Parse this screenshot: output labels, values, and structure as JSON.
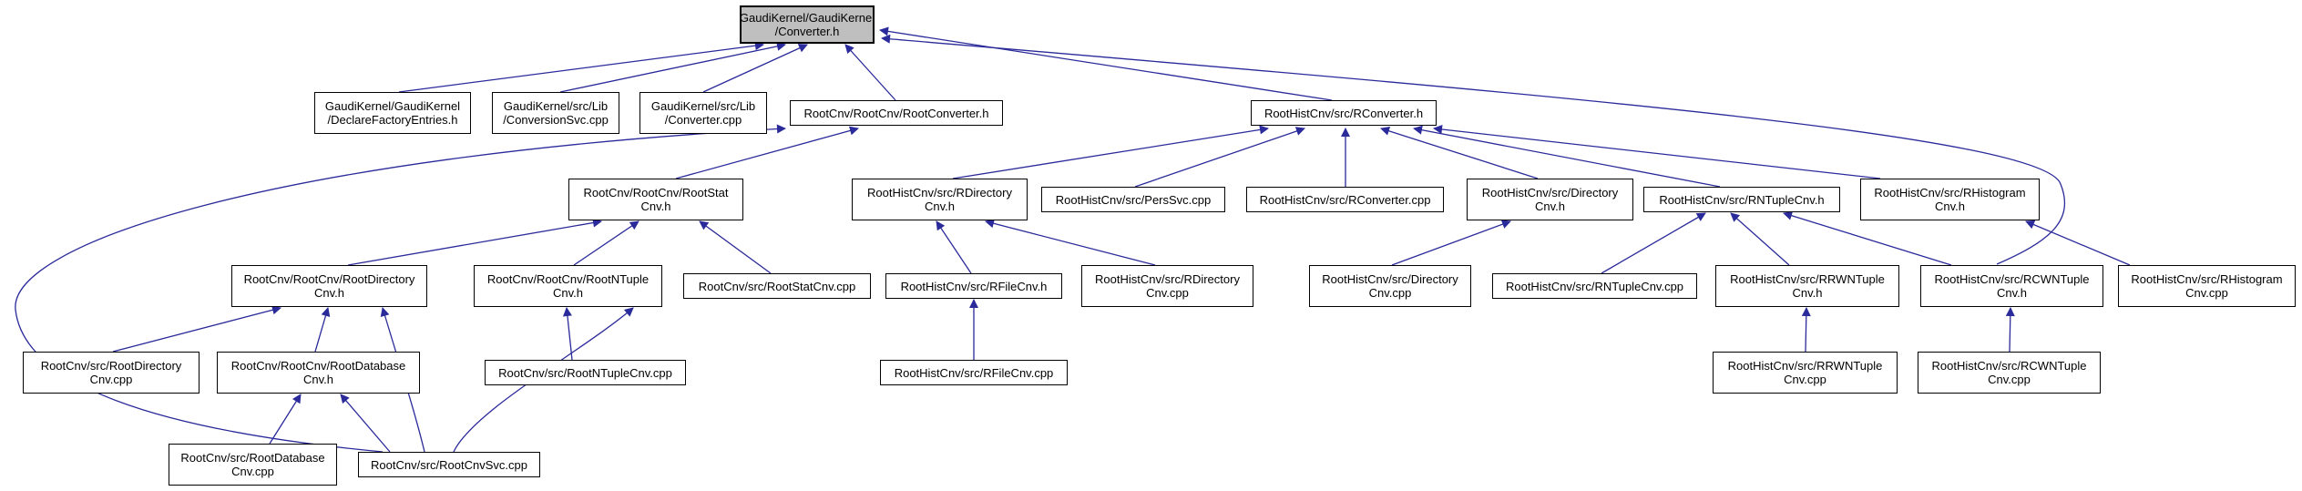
{
  "diagram_type": "include-dependency-graph",
  "colors": {
    "edge": "#2a2a9a",
    "node_bg": "#ffffff",
    "node_border": "#000000",
    "root_bg": "#bfbfbf",
    "text": "#000000"
  },
  "nodes": {
    "conv": {
      "line1": "GaudiKernel/GaudiKernel",
      "line2": "/Converter.h"
    },
    "dfe": {
      "line1": "GaudiKernel/GaudiKernel",
      "line2": "/DeclareFactoryEntries.h"
    },
    "csvc": {
      "line1": "GaudiKernel/src/Lib",
      "line2": "/ConversionSvc.cpp"
    },
    "ccpp": {
      "line1": "GaudiKernel/src/Lib",
      "line2": "/Converter.cpp"
    },
    "rootconv": {
      "line1": "RootCnv/RootCnv/RootConverter.h"
    },
    "rconv": {
      "line1": "RootHistCnv/src/RConverter.h"
    },
    "rootstat": {
      "line1": "RootCnv/RootCnv/RootStat",
      "line2": "Cnv.h"
    },
    "rdir_h": {
      "line1": "RootHistCnv/src/RDirectory",
      "line2": "Cnv.h"
    },
    "perssvc": {
      "line1": "RootHistCnv/src/PersSvc.cpp"
    },
    "rconvcpp": {
      "line1": "RootHistCnv/src/RConverter.cpp"
    },
    "dircnv_h": {
      "line1": "RootHistCnv/src/Directory",
      "line2": "Cnv.h"
    },
    "rntuple_h": {
      "line1": "RootHistCnv/src/RNTupleCnv.h"
    },
    "rhist_h": {
      "line1": "RootHistCnv/src/RHistogram",
      "line2": "Cnv.h"
    },
    "rootdir_h": {
      "line1": "RootCnv/RootCnv/RootDirectory",
      "line2": "Cnv.h"
    },
    "rootntuple_h": {
      "line1": "RootCnv/RootCnv/RootNTuple",
      "line2": "Cnv.h"
    },
    "rootstatcpp": {
      "line1": "RootCnv/src/RootStatCnv.cpp"
    },
    "rfile_h": {
      "line1": "RootHistCnv/src/RFileCnv.h"
    },
    "rdircpp": {
      "line1": "RootHistCnv/src/RDirectory",
      "line2": "Cnv.cpp"
    },
    "dircpp": {
      "line1": "RootHistCnv/src/Directory",
      "line2": "Cnv.cpp"
    },
    "rntuplecpp": {
      "line1": "RootHistCnv/src/RNTupleCnv.cpp"
    },
    "rrwn_h": {
      "line1": "RootHistCnv/src/RRWNTuple",
      "line2": "Cnv.h"
    },
    "rcwn_h": {
      "line1": "RootHistCnv/src/RCWNTuple",
      "line2": "Cnv.h"
    },
    "rhistcpp": {
      "line1": "RootHistCnv/src/RHistogram",
      "line2": "Cnv.cpp"
    },
    "rootdircpp": {
      "line1": "RootCnv/src/RootDirectory",
      "line2": "Cnv.cpp"
    },
    "rootdb_h": {
      "line1": "RootCnv/RootCnv/RootDatabase",
      "line2": "Cnv.h"
    },
    "rootntuplecpp": {
      "line1": "RootCnv/src/RootNTupleCnv.cpp"
    },
    "rfilecpp": {
      "line1": "RootHistCnv/src/RFileCnv.cpp"
    },
    "rrwncpp": {
      "line1": "RootHistCnv/src/RRWNTuple",
      "line2": "Cnv.cpp"
    },
    "rcwncpp": {
      "line1": "RootHistCnv/src/RCWNTuple",
      "line2": "Cnv.cpp"
    },
    "rootdbcpp": {
      "line1": "RootCnv/src/RootDatabase",
      "line2": "Cnv.cpp"
    },
    "rootcnvsvc": {
      "line1": "RootCnv/src/RootCnvSvc.cpp"
    }
  },
  "edges": [
    {
      "from": "dfe",
      "to": "conv"
    },
    {
      "from": "csvc",
      "to": "conv"
    },
    {
      "from": "ccpp",
      "to": "conv"
    },
    {
      "from": "rootconv",
      "to": "conv"
    },
    {
      "from": "rconv",
      "to": "conv"
    },
    {
      "from": "rcwn_h",
      "to": "conv"
    },
    {
      "from": "rootstat",
      "to": "rootconv"
    },
    {
      "from": "rootcnvsvc",
      "to": "rootconv"
    },
    {
      "from": "rootdir_h",
      "to": "rootstat"
    },
    {
      "from": "rootntuple_h",
      "to": "rootstat"
    },
    {
      "from": "rootstatcpp",
      "to": "rootstat"
    },
    {
      "from": "rootdircpp",
      "to": "rootdir_h"
    },
    {
      "from": "rootdb_h",
      "to": "rootdir_h"
    },
    {
      "from": "rootcnvsvc",
      "to": "rootdir_h"
    },
    {
      "from": "rootdbcpp",
      "to": "rootdb_h"
    },
    {
      "from": "rootcnvsvc",
      "to": "rootdb_h"
    },
    {
      "from": "rootntuplecpp",
      "to": "rootntuple_h"
    },
    {
      "from": "rootcnvsvc",
      "to": "rootntuple_h"
    },
    {
      "from": "rdir_h",
      "to": "rconv"
    },
    {
      "from": "perssvc",
      "to": "rconv"
    },
    {
      "from": "rconvcpp",
      "to": "rconv"
    },
    {
      "from": "dircnv_h",
      "to": "rconv"
    },
    {
      "from": "rntuple_h",
      "to": "rconv"
    },
    {
      "from": "rhist_h",
      "to": "rconv"
    },
    {
      "from": "rfile_h",
      "to": "rdir_h"
    },
    {
      "from": "rdircpp",
      "to": "rdir_h"
    },
    {
      "from": "rfilecpp",
      "to": "rfile_h"
    },
    {
      "from": "dircpp",
      "to": "dircnv_h"
    },
    {
      "from": "rntuplecpp",
      "to": "rntuple_h"
    },
    {
      "from": "rrwn_h",
      "to": "rntuple_h"
    },
    {
      "from": "rcwn_h",
      "to": "rntuple_h"
    },
    {
      "from": "rrwncpp",
      "to": "rrwn_h"
    },
    {
      "from": "rcwncpp",
      "to": "rcwn_h"
    },
    {
      "from": "rhistcpp",
      "to": "rhist_h"
    }
  ]
}
